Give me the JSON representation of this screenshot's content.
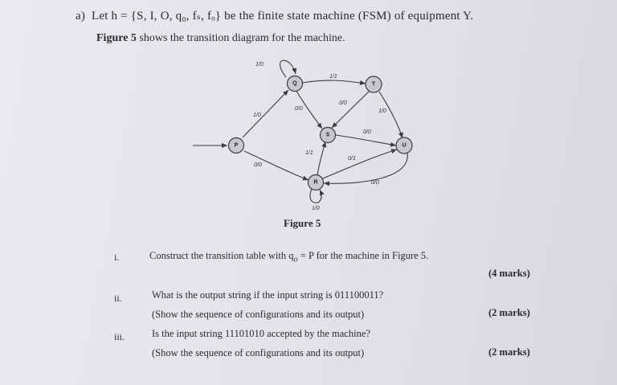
{
  "question": {
    "part_label": "a)",
    "intro": "Let h = {S, I, O, q₀, fₛ, fₒ} be the finite state machine (FSM) of equipment Y.",
    "figure_ref_bold": "Figure 5",
    "figure_ref_rest": " shows the transition diagram for the machine."
  },
  "figure": {
    "caption": "Figure 5",
    "states": [
      {
        "id": "Q",
        "label": "Q"
      },
      {
        "id": "T",
        "label": "T"
      },
      {
        "id": "S",
        "label": "S"
      },
      {
        "id": "P",
        "label": "P"
      },
      {
        "id": "U",
        "label": "U"
      },
      {
        "id": "R",
        "label": "R"
      }
    ],
    "transitions": [
      {
        "label": "1/0",
        "from": "Q",
        "to": "Q"
      },
      {
        "label": "1/1",
        "from": "Q",
        "to": "T"
      },
      {
        "label": "1/0",
        "from": "P",
        "to": "Q"
      },
      {
        "label": "0/0",
        "from": "Q",
        "to": "S"
      },
      {
        "label": "0/0",
        "from": "T",
        "to": "S"
      },
      {
        "label": "1/0",
        "from": "T",
        "to": "U"
      },
      {
        "label": "0/0",
        "from": "S",
        "to": "U"
      },
      {
        "label": "1/1",
        "from": "R",
        "to": "S"
      },
      {
        "label": "0/1",
        "from": "R",
        "to": "U"
      },
      {
        "label": "0/0",
        "from": "P",
        "to": "R"
      },
      {
        "label": "0/0",
        "from": "U",
        "to": "R"
      },
      {
        "label": "1/0",
        "from": "R",
        "to": "R"
      }
    ]
  },
  "subquestions": [
    {
      "num": "i.",
      "text_before": "Construct the transition table with q",
      "text_sub": "o",
      "text_after": " = P for the machine in Figure 5.",
      "marks": "(4 marks)"
    },
    {
      "num": "ii.",
      "text": "What is the output string if the input string is 011100011?",
      "text2": "(Show the sequence of configurations and its output)",
      "marks": "(2 marks)"
    },
    {
      "num": "iii.",
      "text": "Is the input string 11101010 accepted by the machine?",
      "text2": "(Show the sequence of configurations and its output)",
      "marks": "(2 marks)"
    }
  ]
}
